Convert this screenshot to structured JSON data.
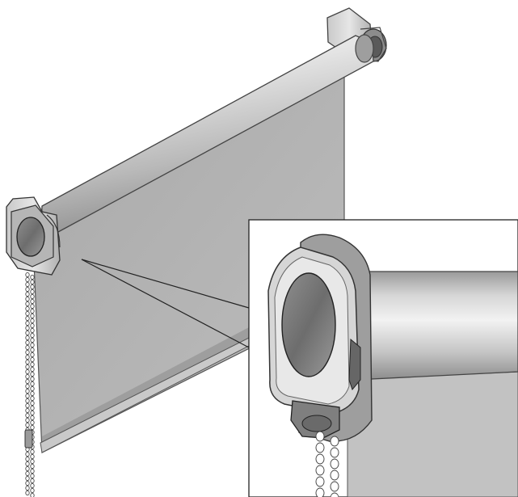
{
  "image": {
    "subject": "roller-blind",
    "parts": [
      "top-tube",
      "left-bracket",
      "right-bracket",
      "fabric-panel",
      "bottom-bar",
      "chain",
      "chain-weight",
      "detail-inset"
    ]
  },
  "colors": {
    "background": "#ffffff",
    "outline": "#333333",
    "fabric": "#b4b4b4",
    "fabric_dark": "#9c9c9c",
    "tube_light": "#e6e6e6",
    "tube_mid": "#c8c8c8",
    "tube_dark": "#8e8e8e",
    "bracket_light": "#dadada",
    "bracket_dark": "#7a7a7a"
  }
}
